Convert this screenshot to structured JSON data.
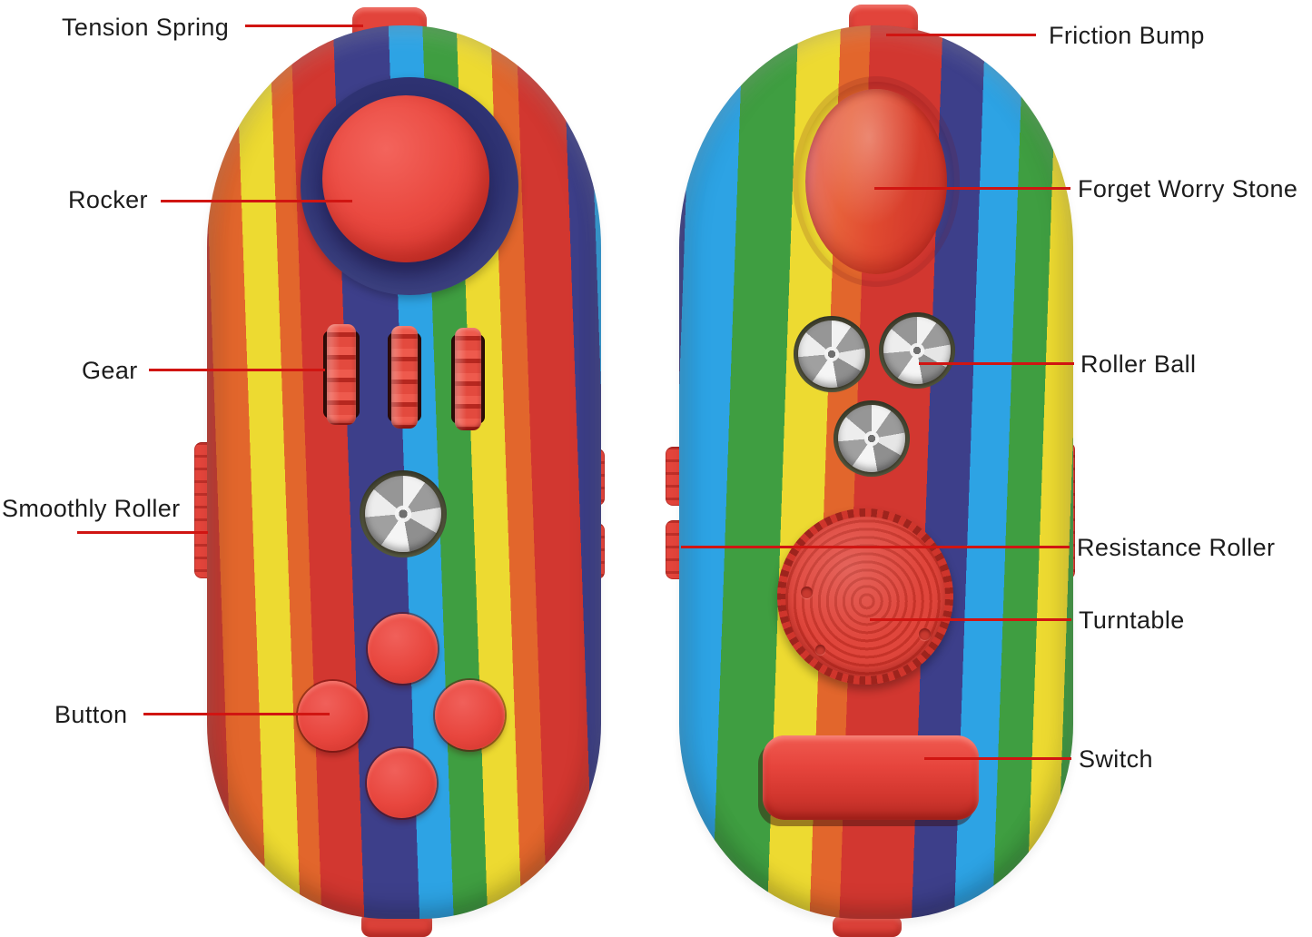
{
  "figure": {
    "description": "Annotated diagram of a rainbow striped fidget pad controller, front and back views"
  },
  "palette": {
    "stripe_red": "#d23730",
    "stripe_orange": "#e2662c",
    "stripe_yellow": "#edda31",
    "stripe_green": "#3f9e41",
    "stripe_blue": "#2da3e4",
    "stripe_navy": "#3d3f8a",
    "feature_red": "#e8463e",
    "metal_silver": "#cccccc",
    "leader_line": "#d01512",
    "label_text": "#1c1c1c",
    "background": "#ffffff"
  },
  "annotations": {
    "left": [
      {
        "label": "Tension Spring"
      },
      {
        "label": "Rocker"
      },
      {
        "label": "Gear"
      },
      {
        "label": "Smoothly Roller"
      },
      {
        "label": "Button"
      }
    ],
    "right": [
      {
        "label": "Friction Bump"
      },
      {
        "label": "Forget Worry Stone"
      },
      {
        "label": "Roller Ball"
      },
      {
        "label": "Resistance Roller"
      },
      {
        "label": "Turntable"
      },
      {
        "label": "Switch"
      }
    ]
  }
}
